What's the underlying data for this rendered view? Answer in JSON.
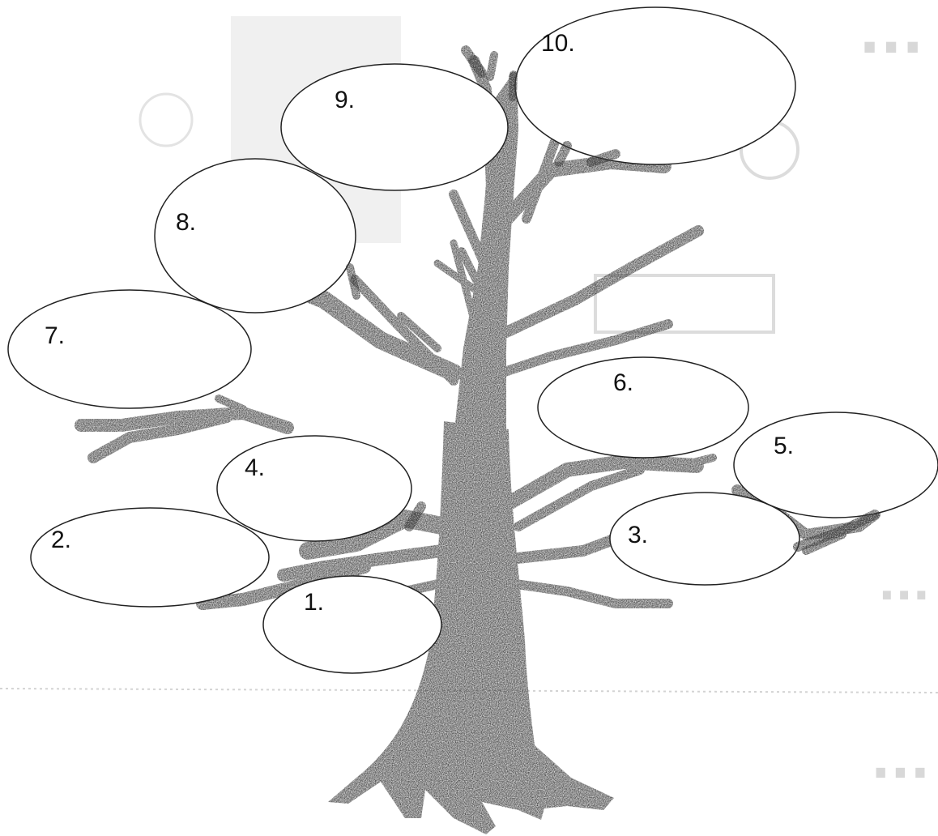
{
  "diagram": {
    "ovals": [
      {
        "label": "1."
      },
      {
        "label": "2."
      },
      {
        "label": "3."
      },
      {
        "label": "4."
      },
      {
        "label": "5."
      },
      {
        "label": "6."
      },
      {
        "label": "7."
      },
      {
        "label": "8."
      },
      {
        "label": "9."
      },
      {
        "label": "10."
      }
    ]
  },
  "colors": {
    "paper": "#ffffff",
    "trunk": "#3a3a3a",
    "oval_stroke": "#222222",
    "bleed_through": "#d4d4d4"
  }
}
